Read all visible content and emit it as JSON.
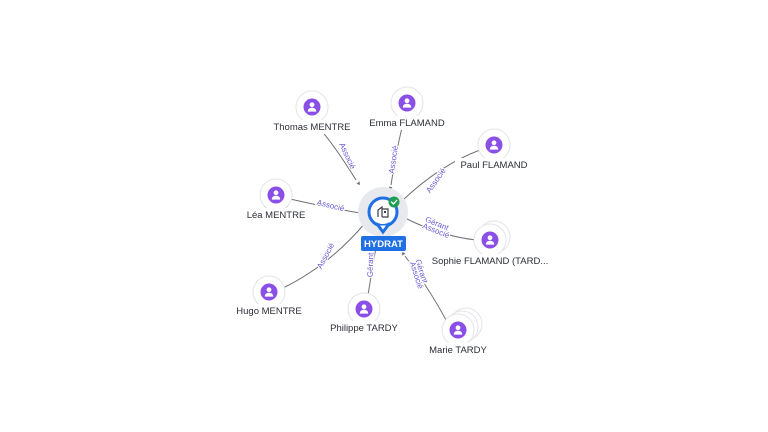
{
  "company": {
    "name": "HYDRAT",
    "icon": "company-building-icon",
    "status_icon": "verified-check-icon",
    "accent": "#1f6fe5",
    "status_color": "#1f9d55"
  },
  "person_icon": "person-avatar-icon",
  "person_color": "#8a4fe6",
  "persons": [
    {
      "id": "thomas-mentre",
      "name": "Thomas MENTRE",
      "roles": [
        "Associé"
      ]
    },
    {
      "id": "emma-flamand",
      "name": "Emma FLAMAND",
      "roles": [
        "Associé"
      ]
    },
    {
      "id": "paul-flamand",
      "name": "Paul FLAMAND",
      "roles": [
        "Associé"
      ]
    },
    {
      "id": "lea-mentre",
      "name": "Léa MENTRE",
      "roles": [
        "Associé"
      ]
    },
    {
      "id": "sophie-flamand",
      "name": "Sophie FLAMAND (TARD...",
      "roles": [
        "Gérant",
        "Associé"
      ]
    },
    {
      "id": "hugo-mentre",
      "name": "Hugo MENTRE",
      "roles": [
        "Associé"
      ]
    },
    {
      "id": "philippe-tardy",
      "name": "Philippe TARDY",
      "roles": [
        "Gérant"
      ]
    },
    {
      "id": "marie-tardy",
      "name": "Marie TARDY",
      "roles": [
        "Gérant",
        "Associé"
      ]
    }
  ]
}
